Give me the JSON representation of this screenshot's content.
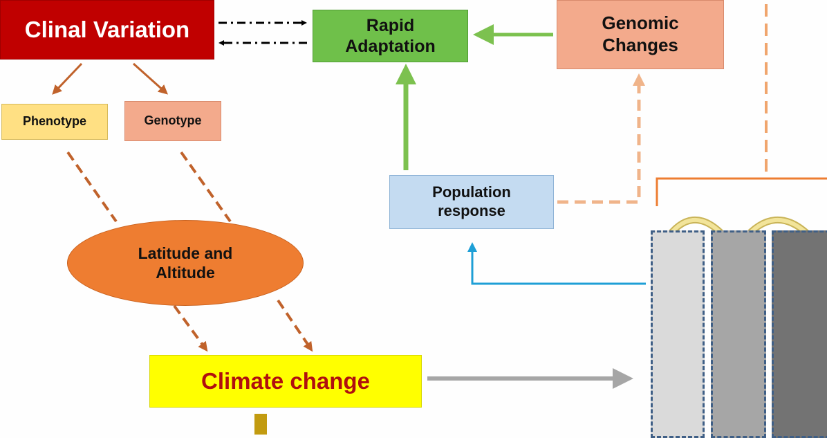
{
  "nodes": {
    "clinal_variation": "Clinal Variation",
    "rapid_adaptation": "Rapid Adaptation",
    "genomic_changes": "Genomic Changes",
    "phenotype": "Phenotype",
    "genotype": "Genotype",
    "population_response": "Population response",
    "latitude_altitude": "Latitude and Altitude",
    "climate_change": "Climate change"
  },
  "colors": {
    "clinal_variation": "#c00000",
    "rapid_adaptation": "#6fc04a",
    "genomic_changes": "#f3aa8c",
    "phenotype": "#ffe083",
    "genotype": "#f3aa8c",
    "population_response": "#c4dbf1",
    "latitude_altitude": "#ee7d31",
    "climate_change": "#ffff00",
    "climate_change_text": "#b00f0f",
    "brown_arrows": "#c0622b",
    "orange_dashed": "#f0b48a",
    "green_arrows": "#7cc14f",
    "blue_arrow": "#1e9fd6",
    "gray_arrow": "#a6a6a6",
    "time_columns": [
      "#dadada",
      "#a6a6a6",
      "#737373"
    ]
  }
}
